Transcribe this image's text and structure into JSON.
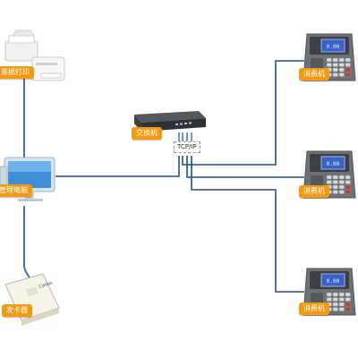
{
  "diagram": {
    "switch_label": "交换机",
    "protocol_label": "TCP/IP",
    "printer_label": "票据打印",
    "computer_label": "管理电脑",
    "reader_label": "发卡器",
    "terminals": [
      {
        "label": "消费机"
      },
      {
        "label": "消费机"
      },
      {
        "label": "消费机"
      }
    ],
    "terminal_screen_text": "0.00",
    "reader_brand": "Carlas"
  },
  "colors": {
    "link": "#1d4f91",
    "tag": "#f39a12",
    "terminal_screen": "#3a63c9"
  }
}
